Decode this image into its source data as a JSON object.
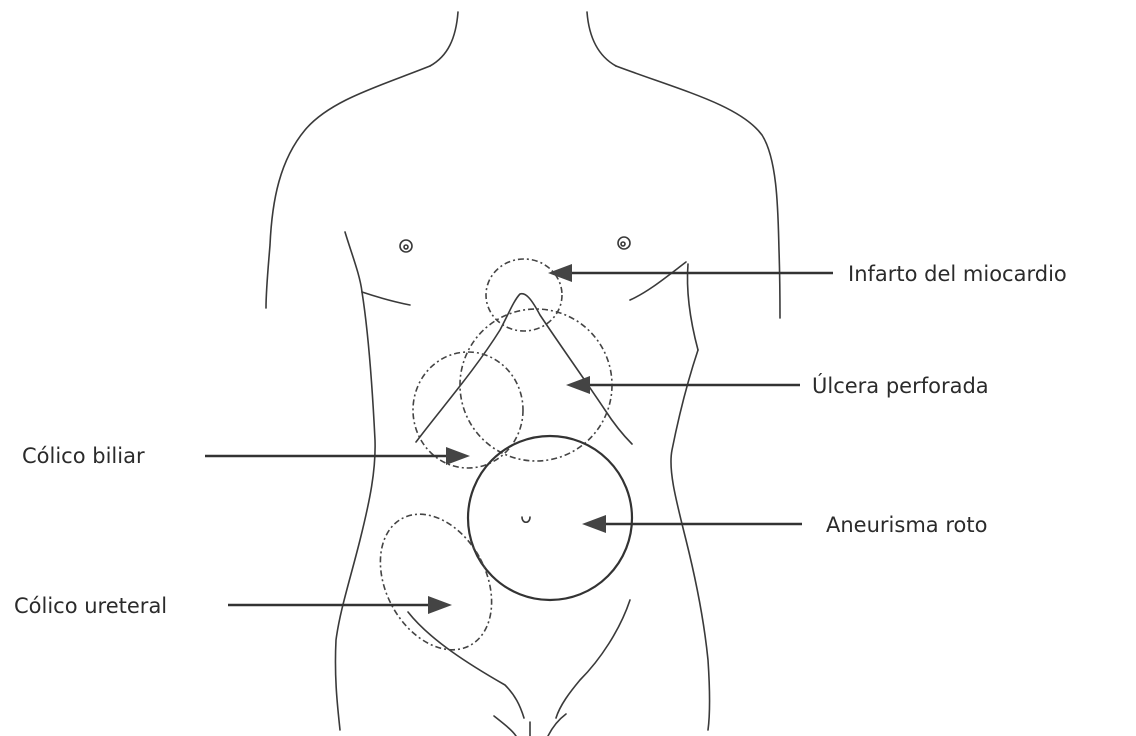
{
  "labels": {
    "myocardial_infarction": "Infarto del miocardio",
    "perforated_ulcer": "Úlcera perforada",
    "biliary_colic": "Cólico biliar",
    "ruptured_aneurysm": "Aneurisma roto",
    "ureteral_colic": "Cólico ureteral"
  }
}
